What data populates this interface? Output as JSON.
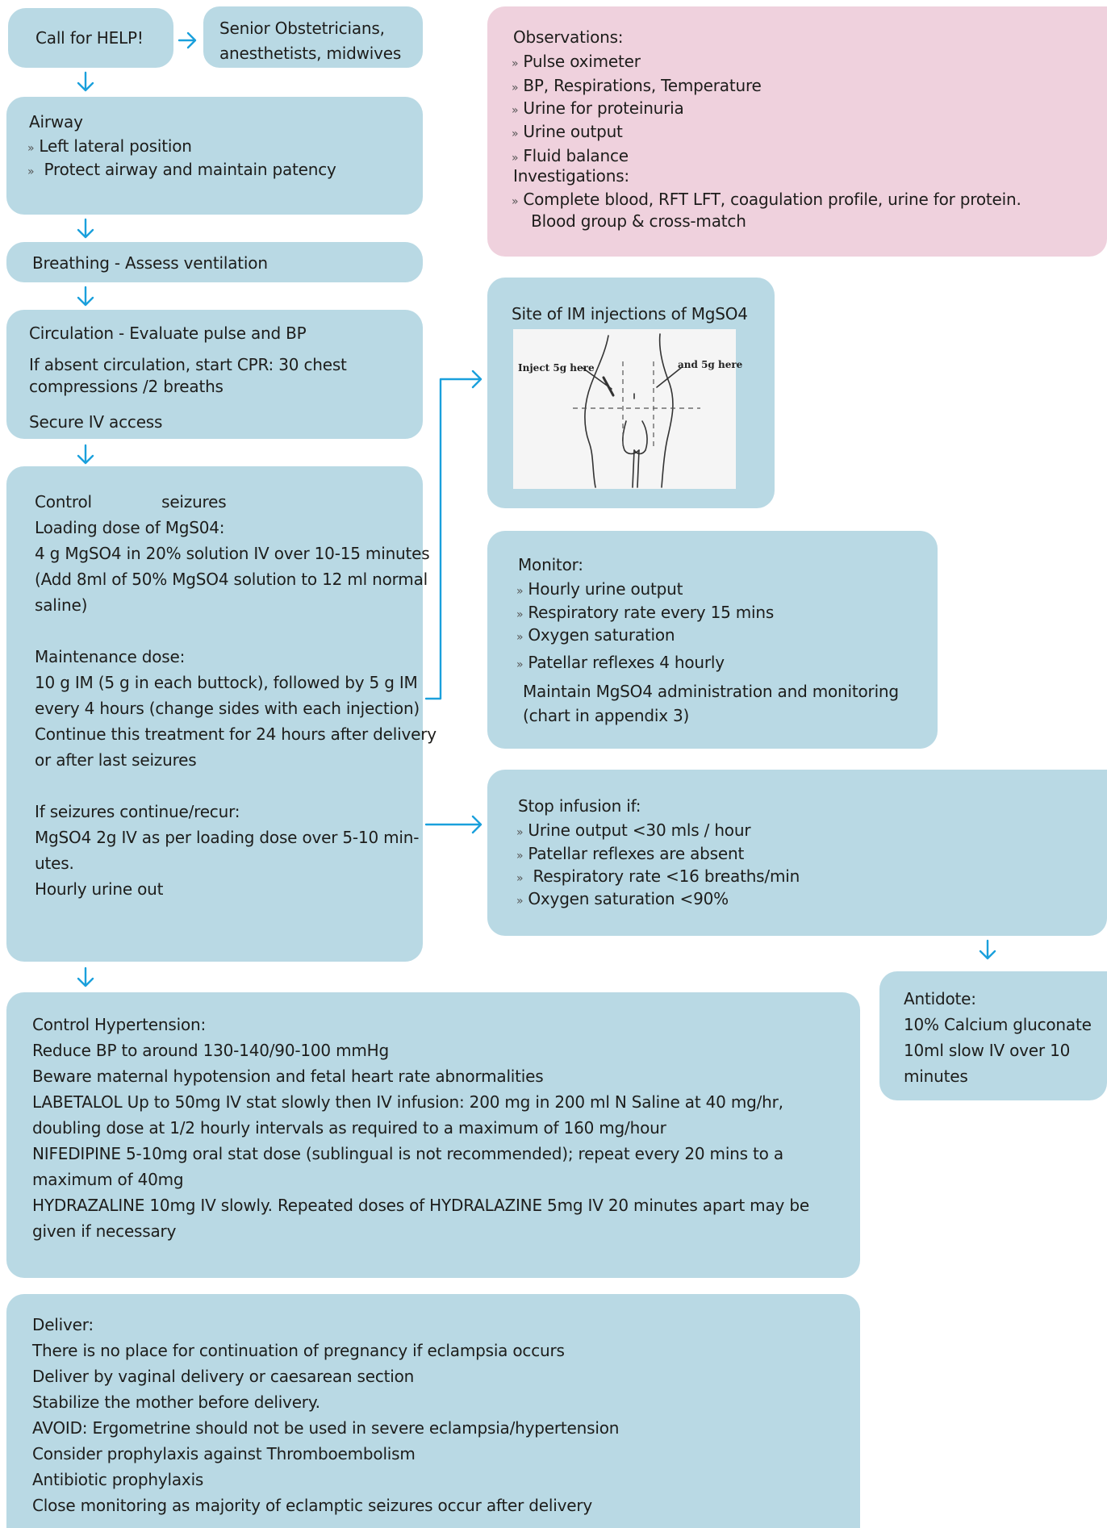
{
  "help": {
    "label": "Call for HELP!",
    "who_1": "Senior Obstetricians,",
    "who_2": "anesthetists, midwives"
  },
  "airway": {
    "title": "Airway",
    "items": [
      "Left lateral position",
      " Protect airway and maintain patency"
    ]
  },
  "breathing": {
    "text": "Breathing - Assess ventilation"
  },
  "circulation": {
    "title": "Circulation - Evaluate pulse and BP",
    "cpr_1": "If absent circulation, start CPR: 30 chest",
    "cpr_2": "compressions /2 breaths",
    "iv": "Secure IV access"
  },
  "seizures": {
    "lines": [
      "Control              seizures",
      "Loading dose of MgS04:",
      "4 g MgSO4 in 20% solution IV over 10-15 minutes",
      "(Add 8ml of 50% MgSO4 solution to 12 ml normal",
      "saline)",
      "",
      "Maintenance dose:",
      "10 g IM (5 g in each buttock), followed by 5 g IM",
      "every 4 hours (change sides with each injection)",
      "Continue this treatment for 24 hours after delivery",
      "or after last seizures",
      "",
      "If seizures continue/recur:",
      "MgSO4 2g IV as per loading dose over 5-10 min-",
      "utes.",
      "Hourly urine out"
    ]
  },
  "hypertension": {
    "lines": [
      "Control Hypertension:",
      "Reduce BP to around 130-140/90-100 mmHg",
      "Beware maternal hypotension and fetal heart rate abnormalities",
      "LABETALOL Up to 50mg IV stat slowly then IV infusion: 200 mg in 200 ml N Saline at 40 mg/hr,",
      "doubling dose at 1/2 hourly intervals as required to a maximum of 160 mg/hour",
      "NIFEDIPINE 5-10mg oral stat dose (sublingual is not recommended); repeat every 20 mins to a",
      "maximum of 40mg",
      "HYDRAZALINE 10mg IV slowly. Repeated doses of HYDRALAZINE 5mg IV 20 minutes apart may be",
      "given if necessary"
    ]
  },
  "deliver": {
    "lines": [
      "Deliver:",
      "There is no place for continuation of pregnancy if eclampsia occurs",
      "Deliver by vaginal delivery or caesarean section",
      "Stabilize the mother before delivery.",
      "AVOID: Ergometrine should not be used in severe eclampsia/hypertension",
      "Consider prophylaxis against Thromboembolism",
      "Antibiotic prophylaxis",
      "Close monitoring as majority of eclamptic seizures occur after delivery"
    ]
  },
  "observations": {
    "title": "Observations:",
    "items": [
      "Pulse oximeter",
      "BP, Respirations, Temperature",
      "Urine for proteinuria",
      "Urine output",
      "Fluid balance"
    ],
    "inv_title": "Investigations:",
    "inv_1": "Complete blood, RFT LFT, coagulation profile, urine for protein.",
    "inv_2": " Blood group & cross-match"
  },
  "site": {
    "title": "Site of IM injections of MgSO4",
    "left_label": "Inject 5g here",
    "right_label": "and 5g here"
  },
  "monitor": {
    "title": "Monitor:",
    "items": [
      "Hourly urine output",
      "Respiratory rate every 15 mins",
      "Oxygen saturation",
      "Patellar reflexes 4 hourly"
    ],
    "maintain_1": "Maintain MgSO4 administration and monitoring",
    "maintain_2": "(chart in appendix 3)"
  },
  "stop": {
    "title": "Stop infusion if:",
    "items": [
      "Urine output <30 mls / hour",
      "Patellar reflexes are absent",
      " Respiratory rate <16 breaths/min",
      "Oxygen saturation <90%"
    ]
  },
  "antidote": {
    "lines": [
      "Antidote:",
      "10% Calcium gluconate",
      "10ml slow IV over 10",
      "minutes"
    ]
  },
  "colors": {
    "box": "#b9d9e4",
    "pink": "#efd1dd",
    "arrow": "#1aa0dc"
  }
}
